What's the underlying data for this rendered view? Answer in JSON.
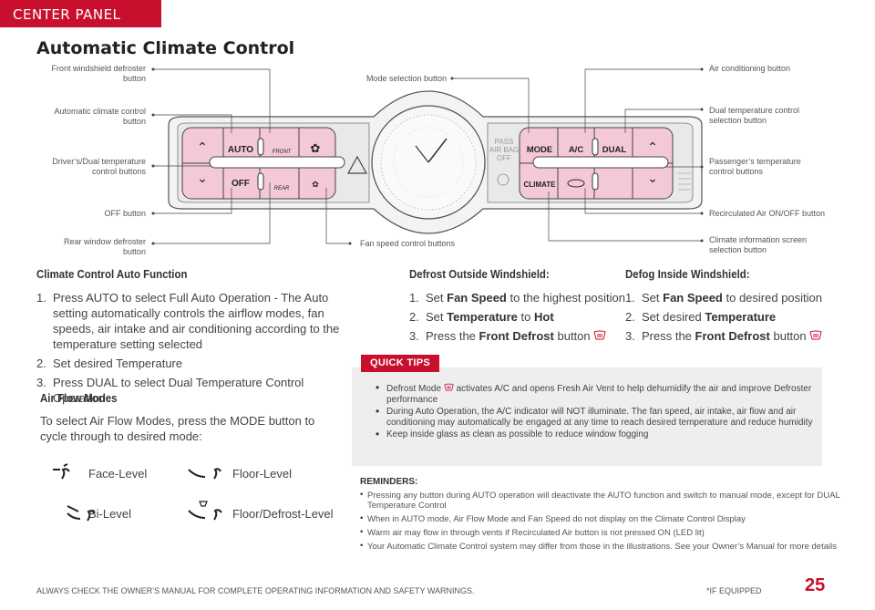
{
  "header": {
    "tab_label": "CENTER PANEL",
    "title": "Automatic Climate Control"
  },
  "diagram": {
    "callouts_left": [
      "Front windshield defroster button",
      "Automatic climate control button",
      "Driver’s/Dual temperature control buttons",
      "OFF button",
      "Rear window defroster button"
    ],
    "callouts_top": [
      "Mode selection button"
    ],
    "callouts_bottom": [
      "Fan speed control buttons"
    ],
    "callouts_right": [
      "Air conditioning button",
      "Dual temperature control selection button",
      "Passenger’s temperature control buttons",
      "Recirculated Air ON/OFF button",
      "Climate information screen selection button"
    ],
    "panel_labels": {
      "auto": "AUTO",
      "off": "OFF",
      "front": "FRONT",
      "rear": "REAR",
      "mode": "MODE",
      "ac": "A/C",
      "dual": "DUAL",
      "climate": "CLIMATE",
      "airbag_1": "PASS",
      "airbag_2": "AIR BAG",
      "airbag_3": "OFF"
    },
    "colors": {
      "accent": "#c8102e",
      "button_pink": "#f4c9d6"
    }
  },
  "auto_function": {
    "heading": "Climate Control Auto Function",
    "steps": [
      "Press AUTO to select Full Auto Operation - The Auto setting automatically controls the airflow modes, fan speeds, air intake and air conditioning according to the temperature setting selected",
      "Set desired Temperature",
      "Press DUAL to select Dual Temperature Control Operation"
    ]
  },
  "air_flow": {
    "heading": "Air Flow Modes",
    "intro": "To select Air Flow Modes, press the MODE button to cycle through to desired mode:",
    "modes": [
      "Face-Level",
      "Floor-Level",
      "Bi-Level",
      "Floor/Defrost-Level"
    ]
  },
  "defrost_outside": {
    "heading": "Defrost Outside Windshield:",
    "steps": [
      {
        "pre": "Set ",
        "bold": "Fan Speed",
        "post": " to the highest position"
      },
      {
        "pre": "Set ",
        "bold": "Temperature",
        "mid": " to ",
        "bold2": "Hot"
      },
      {
        "pre": "Press the ",
        "bold": "Front Defrost",
        "post": " button"
      }
    ]
  },
  "defog_inside": {
    "heading": "Defog Inside Windshield:",
    "steps": [
      {
        "pre": "Set ",
        "bold": "Fan Speed",
        "post": " to desired position"
      },
      {
        "pre": "Set desired ",
        "bold": "Temperature"
      },
      {
        "pre": "Press the ",
        "bold": "Front Defrost",
        "post": " button"
      }
    ]
  },
  "quick_tips": {
    "label": "QUICK TIPS",
    "items": [
      {
        "pre": "Defrost Mode",
        "post": " activates A/C and opens Fresh Air Vent to help dehumidify the air and improve Defroster performance"
      },
      {
        "pre": "During Auto Operation, the A/C indicator will NOT illuminate. The fan speed, air intake, air flow and air conditioning may automatically be engaged at any time to reach desired temperature and reduce humidity"
      },
      {
        "pre": "Keep inside glass as clean as possible to reduce window fogging"
      }
    ]
  },
  "reminders": {
    "title": "REMINDERS:",
    "items": [
      "Pressing any button during AUTO operation will deactivate the AUTO function and switch to manual mode, except for DUAL Temperature Control",
      "When in AUTO mode, Air Flow Mode and Fan Speed do not display on the Climate Control Display",
      "Warm air may flow in through vents if Recirculated Air button is not pressed ON (LED lit)",
      "Your Automatic Climate Control system may differ from those in the illustrations. See your Owner’s Manual for more details"
    ]
  },
  "footer": {
    "left": "ALWAYS CHECK THE OWNER’S MANUAL FOR COMPLETE OPERATING INFORMATION AND SAFETY WARNINGS.",
    "mid": "*IF EQUIPPED",
    "page": "25"
  }
}
